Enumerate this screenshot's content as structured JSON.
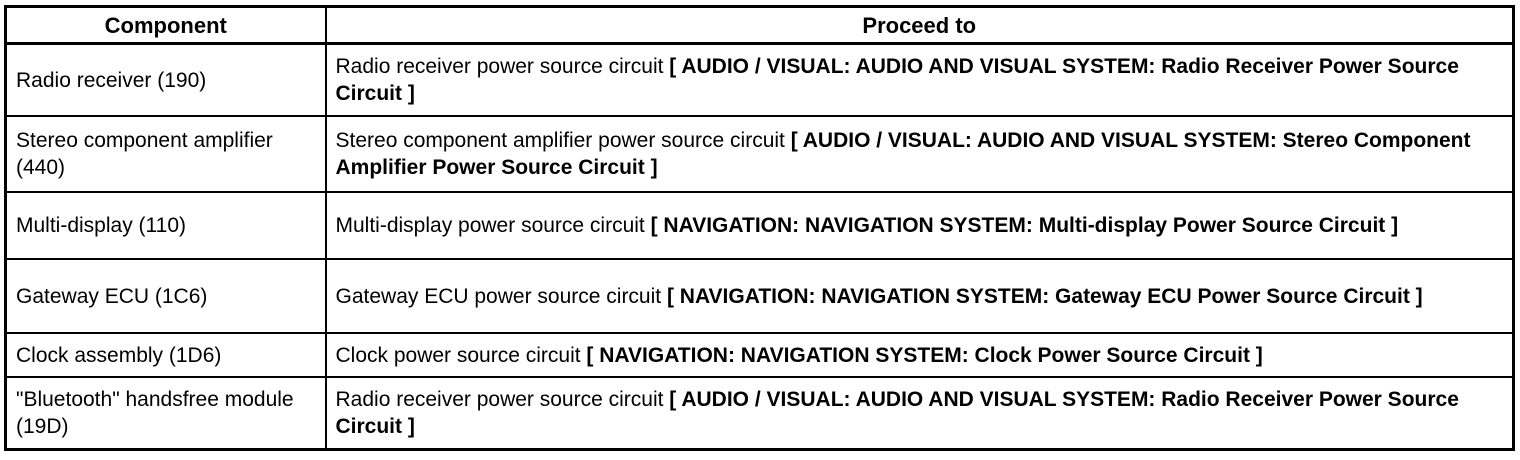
{
  "table": {
    "headers": {
      "component": "Component",
      "proceed": "Proceed to"
    },
    "rows": [
      {
        "component": "Radio receiver (190)",
        "proceed_plain": "Radio receiver power source circuit ",
        "proceed_bold": "[ AUDIO / VISUAL: AUDIO AND VISUAL SYSTEM: Radio Receiver Power Source Circuit ]"
      },
      {
        "component": "Stereo component amplifier (440)",
        "proceed_plain": "Stereo component amplifier power source circuit ",
        "proceed_bold": "[ AUDIO / VISUAL: AUDIO AND VISUAL SYSTEM: Stereo Component Amplifier Power Source Circuit ]"
      },
      {
        "component": "Multi-display (110)",
        "proceed_plain": "Multi-display power source circuit ",
        "proceed_bold": "[ NAVIGATION: NAVIGATION SYSTEM: Multi-display Power Source Circuit ]"
      },
      {
        "component": "Gateway ECU (1C6)",
        "proceed_plain": "Gateway ECU power source circuit ",
        "proceed_bold": "[ NAVIGATION: NAVIGATION SYSTEM: Gateway ECU Power Source Circuit ]"
      },
      {
        "component": "Clock assembly (1D6)",
        "proceed_plain": "Clock power source circuit ",
        "proceed_bold": "[ NAVIGATION: NAVIGATION SYSTEM: Clock Power Source Circuit ]"
      },
      {
        "component": "\"Bluetooth\" handsfree module (19D)",
        "proceed_plain": "Radio receiver power source circuit ",
        "proceed_bold": "[ AUDIO / VISUAL: AUDIO AND VISUAL SYSTEM: Radio Receiver Power Source Circuit ]"
      }
    ],
    "colors": {
      "border": "#000000",
      "text": "#000000",
      "background": "#ffffff"
    }
  }
}
